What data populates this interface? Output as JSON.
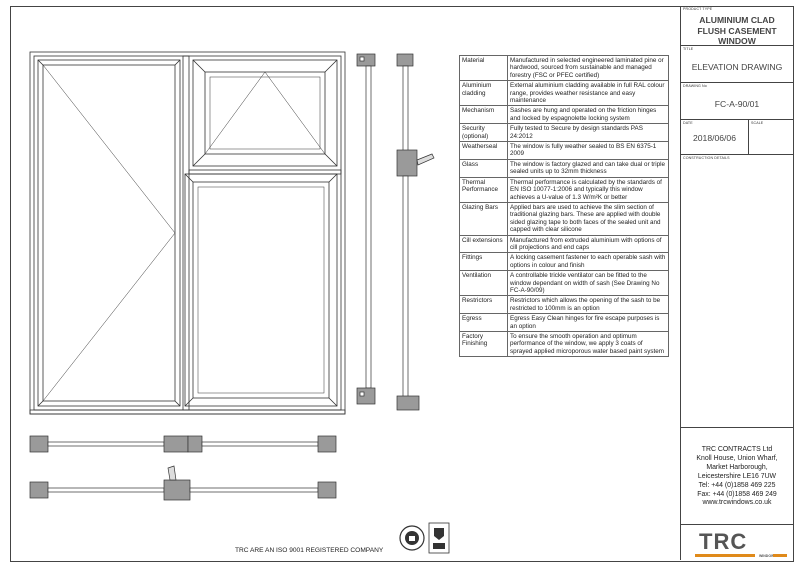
{
  "title_block": {
    "product_type_label": "PRODUCT TYPE",
    "product_type": "ALUMINIUM CLAD FLUSH CASEMENT WINDOW",
    "title_label": "TITLE",
    "title": "ELEVATION DRAWING",
    "drawing_no_label": "DRAWING No",
    "drawing_no": "FC-A-90/01",
    "date_label": "DATE",
    "date": "2018/06/06",
    "scale_label": "SCALE",
    "details_label": "CONSTRUCTION DETAILS"
  },
  "company": {
    "name": "TRC CONTRACTS Ltd",
    "address_1": "Knoll House, Union Wharf,",
    "address_2": "Market Harborough,",
    "address_3": "Leicestershire LE16 7UW",
    "tel": "Tel: +44 (0)1858 469 225",
    "fax": "Fax: +44 (0)1858 469 249",
    "web": "www.trcwindows.co.uk",
    "logo_text": "TRC",
    "logo_sub": "WINDOWS"
  },
  "iso_statement": "TRC ARE AN ISO 9001 REGISTERED COMPANY",
  "specs": [
    {
      "key": "Material",
      "value": "Manufactured in selected engineered laminated pine or hardwood, sourced from sustainable and managed forestry (FSC or PFEC certified)"
    },
    {
      "key": "Aluminium cladding",
      "value": "External aluminium cladding available in full RAL colour range, provides weather resistance and easy maintenance"
    },
    {
      "key": "Mechanism",
      "value": "Sashes are hung and operated on the friction hinges and locked by espagnolette locking system"
    },
    {
      "key": "Security (optional)",
      "value": "Fully tested to Secure by design standards PAS 24:2012"
    },
    {
      "key": "Weatherseal",
      "value": "The window is fully weather sealed to BS EN 6375-1 2009"
    },
    {
      "key": "Glass",
      "value": "The window is factory glazed and can take dual or triple sealed units up to 32mm thickness"
    },
    {
      "key": "Thermal Performance",
      "value": "Thermal performance is calculated by the standards of EN ISO 10077-1:2006 and typically this window achieves a U-value of 1.3 W/m²K or better"
    },
    {
      "key": "Glazing Bars",
      "value": "Applied bars are used to achieve the slim section of traditional glazing bars. These are applied with double sided glazing tape to both faces of the sealed unit and capped with clear silicone"
    },
    {
      "key": "Cill extensions",
      "value": "Manufactured from extruded aluminium with options of cill projections and end caps"
    },
    {
      "key": "Fittings",
      "value": "A locking casement fastener to each operable sash with options in colour and finish"
    },
    {
      "key": "Ventilation",
      "value": "A controllable trickle ventilator can be fitted to the window dependant on width of sash (See Drawing No FC-A-90/09)"
    },
    {
      "key": "Restrictors",
      "value": "Restrictors which allows the opening of the sash to be restricted to 100mm is an option"
    },
    {
      "key": "Egress",
      "value": "Egress Easy Clean hinges for fire escape purposes is an option"
    },
    {
      "key": "Factory Finishing",
      "value": "To ensure the smooth operation and optimum performance of the window, we apply 3 coats of sprayed applied microporous water based paint system"
    }
  ]
}
